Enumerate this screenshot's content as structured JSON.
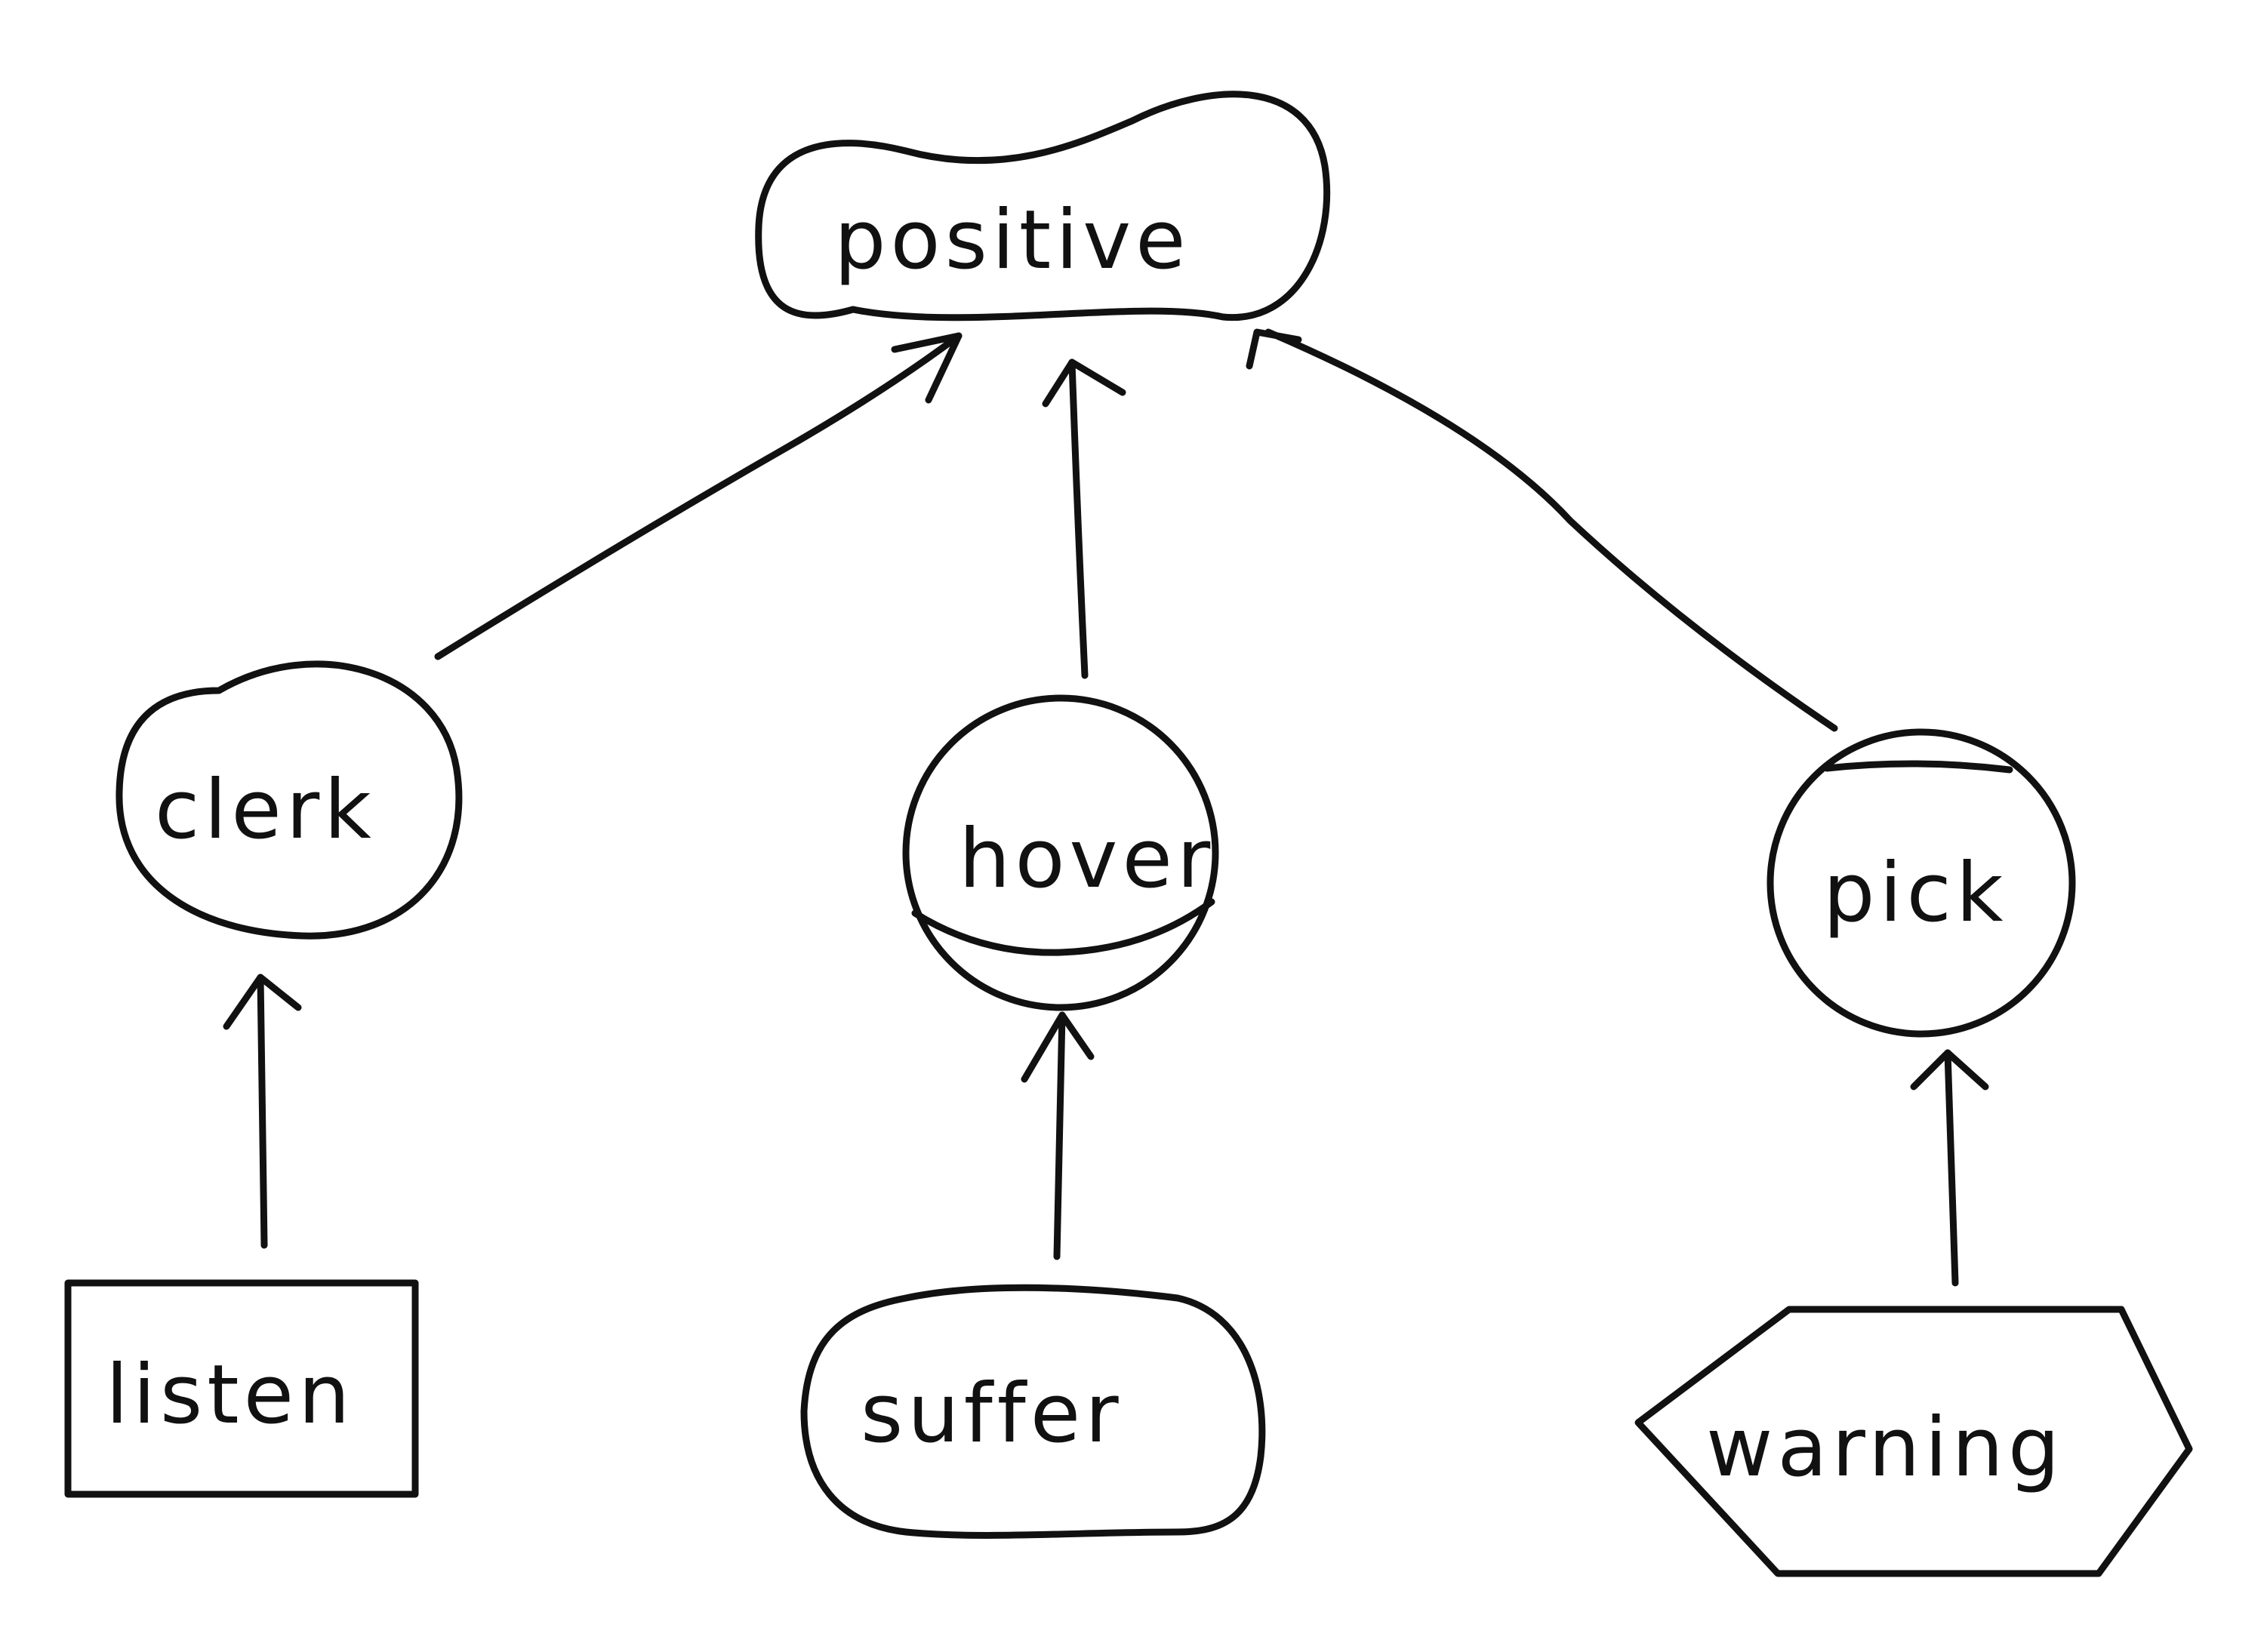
{
  "nodes": {
    "positive": "positive",
    "clerk": "clerk",
    "hover": "hover",
    "pick": "pick",
    "listen": "listen",
    "suffer": "suffer",
    "warning": "warning"
  },
  "edges": [
    {
      "from": "clerk",
      "to": "positive"
    },
    {
      "from": "hover",
      "to": "positive"
    },
    {
      "from": "pick",
      "to": "positive"
    },
    {
      "from": "listen",
      "to": "clerk"
    },
    {
      "from": "suffer",
      "to": "hover"
    },
    {
      "from": "warning",
      "to": "pick"
    }
  ],
  "colors": {
    "ink": "#111111",
    "background": "#ffffff"
  }
}
